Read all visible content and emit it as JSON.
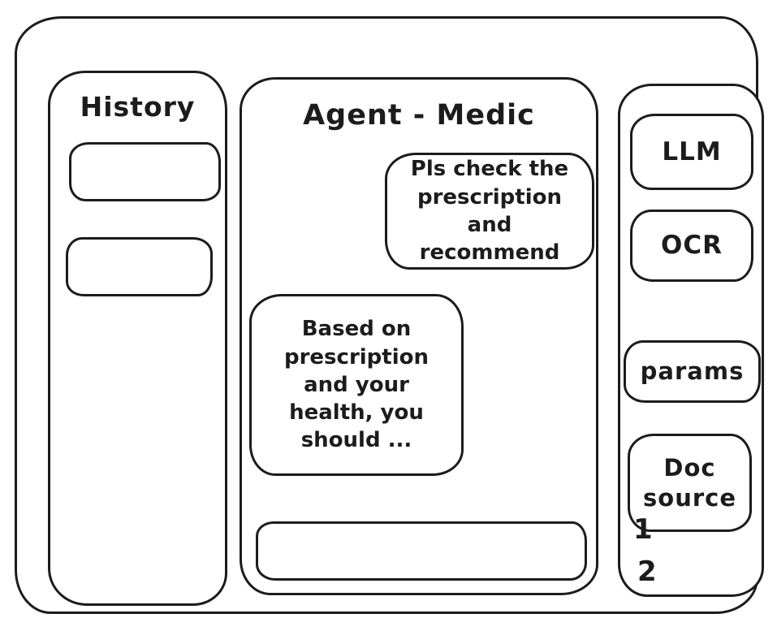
{
  "colors": {
    "ink": "#1c1c1c",
    "background": "#ffffff"
  },
  "history_panel": {
    "title": "History",
    "items": [
      {
        "label": ""
      },
      {
        "label": ""
      }
    ]
  },
  "chat_panel": {
    "title": "Agent - Medic",
    "user_message": "Pls check the prescription and recommend",
    "assistant_message": "Based on prescription and your health, you should ...",
    "input": {
      "value": "",
      "placeholder": ""
    }
  },
  "tools_panel": {
    "llm_button": "LLM",
    "ocr_button": "OCR",
    "params_button": "params",
    "doc_source_button": "Doc source",
    "annotations": [
      "1",
      "2"
    ]
  }
}
